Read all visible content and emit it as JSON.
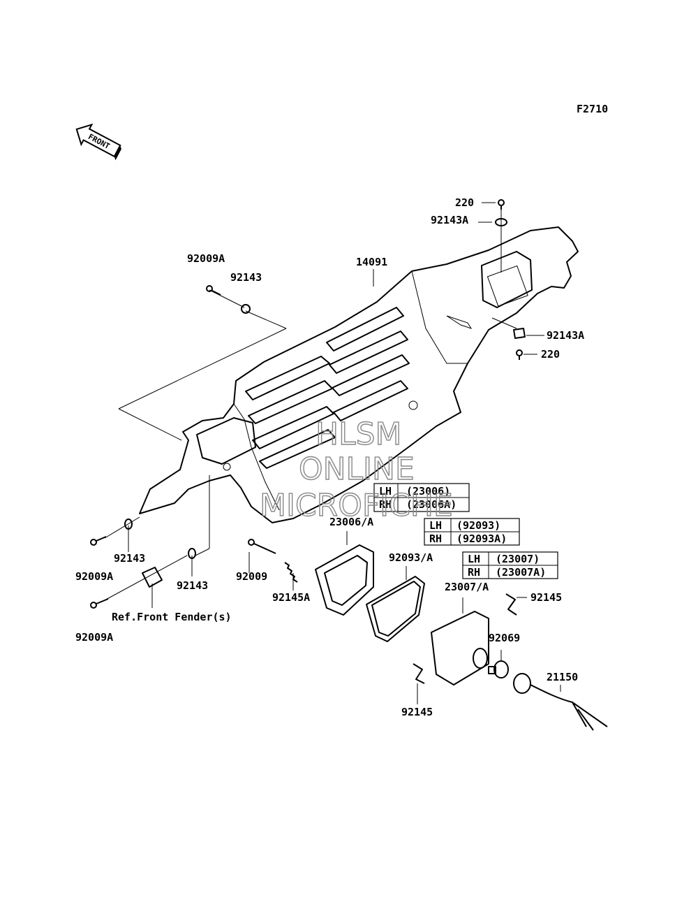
{
  "figure_code": "F2710",
  "front_arrow": "FRONT",
  "watermark": {
    "line1": "HLSM",
    "line2": "ONLINE",
    "line3": "MICROFICHE"
  },
  "labels": {
    "p220_top": "220",
    "p92143A_top": "92143A",
    "p14091": "14091",
    "p92009A_top": "92009A",
    "p92143_top": "92143",
    "p92143A_right": "92143A",
    "p220_right": "220",
    "p92143_left": "92143",
    "p92009A_left": "92009A",
    "p92143_mid": "92143",
    "p92009": "92009",
    "p92145A": "92145A",
    "p92009A_bottom": "92009A",
    "ref_front_fender": "Ref.Front Fender(s)",
    "p23006A": "23006/A",
    "p92093A": "92093/A",
    "p23007A": "23007/A",
    "p92145_right": "92145",
    "p92069": "92069",
    "p21150": "21150",
    "p92145_bottom": "92145"
  },
  "tables": {
    "t23006": {
      "lh": "LH",
      "lh_val": "(23006)",
      "rh": "RH",
      "rh_val": "(23006A)"
    },
    "t92093": {
      "lh": "LH",
      "lh_val": "(92093)",
      "rh": "RH",
      "rh_val": "(92093A)"
    },
    "t23007": {
      "lh": "LH",
      "lh_val": "(23007)",
      "rh": "RH",
      "rh_val": "(23007A)"
    }
  },
  "icons": [
    "front-arrow-icon",
    "screw-icon",
    "washer-icon",
    "grommet-icon",
    "spring-clip-icon",
    "bulb-icon",
    "socket-harness-icon"
  ]
}
